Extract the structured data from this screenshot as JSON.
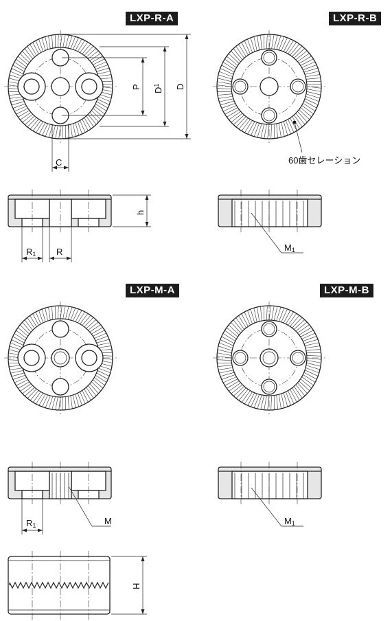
{
  "labels": {
    "lxp_r_a": "LXP-R-A",
    "lxp_r_b": "LXP-R-B",
    "lxp_m_a": "LXP-M-A",
    "lxp_m_b": "LXP-M-B"
  },
  "dimensions": {
    "C": "C",
    "P": "P",
    "D1": "D",
    "D1_sub": "1",
    "D": "D",
    "h": "h",
    "R1": "R",
    "R1_sub": "1",
    "R": "R",
    "M": "M",
    "M1": "M",
    "M1_sub": "1",
    "H": "H"
  },
  "notes": {
    "serration": "60歯セレーション"
  },
  "colors": {
    "label_bg": "#1c1c1c",
    "label_fg": "#ffffff",
    "line": "#222222"
  }
}
